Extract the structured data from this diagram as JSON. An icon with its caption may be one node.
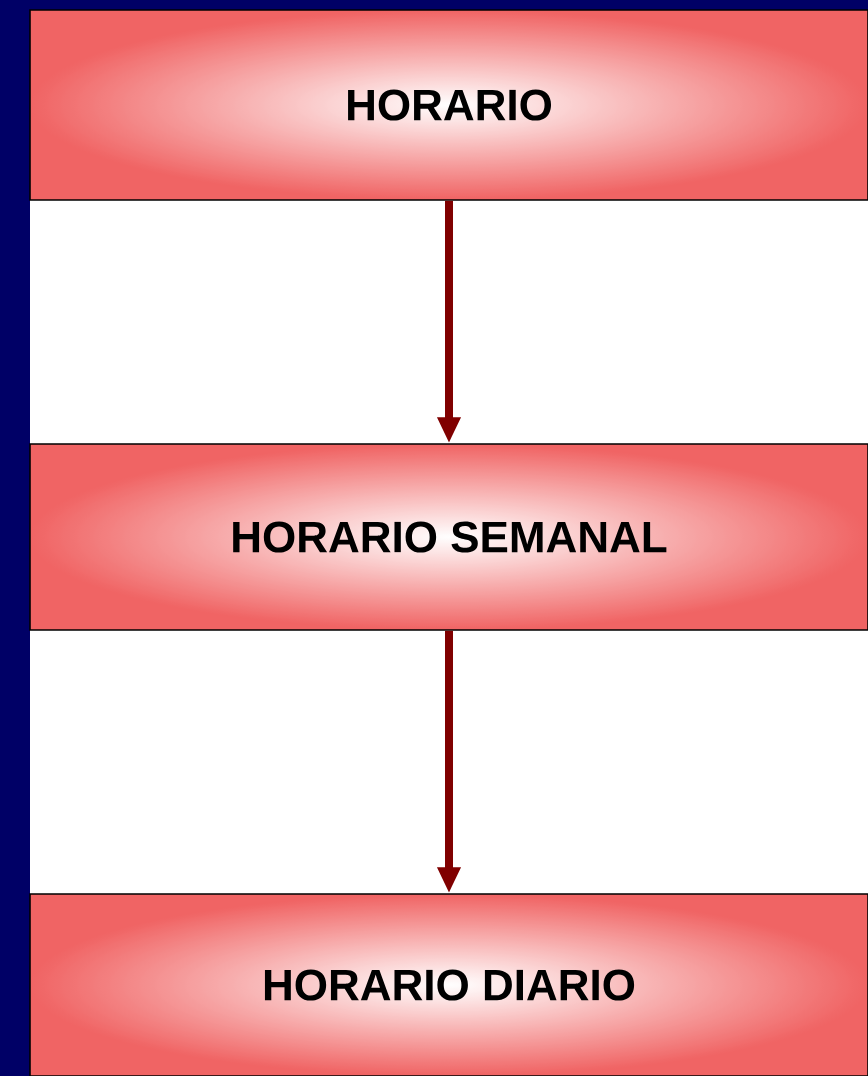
{
  "diagram": {
    "nodes": [
      {
        "text": [
          "HORARIO"
        ]
      },
      {
        "text": [
          "HORARIO SEMANAL"
        ]
      },
      {
        "text": [
          "HORARIO DIARIO"
        ]
      }
    ],
    "edges": [
      {
        "from": 0,
        "to": 1,
        "arrow": "to"
      },
      {
        "from": 1,
        "to": 2,
        "arrow": "to"
      }
    ]
  }
}
